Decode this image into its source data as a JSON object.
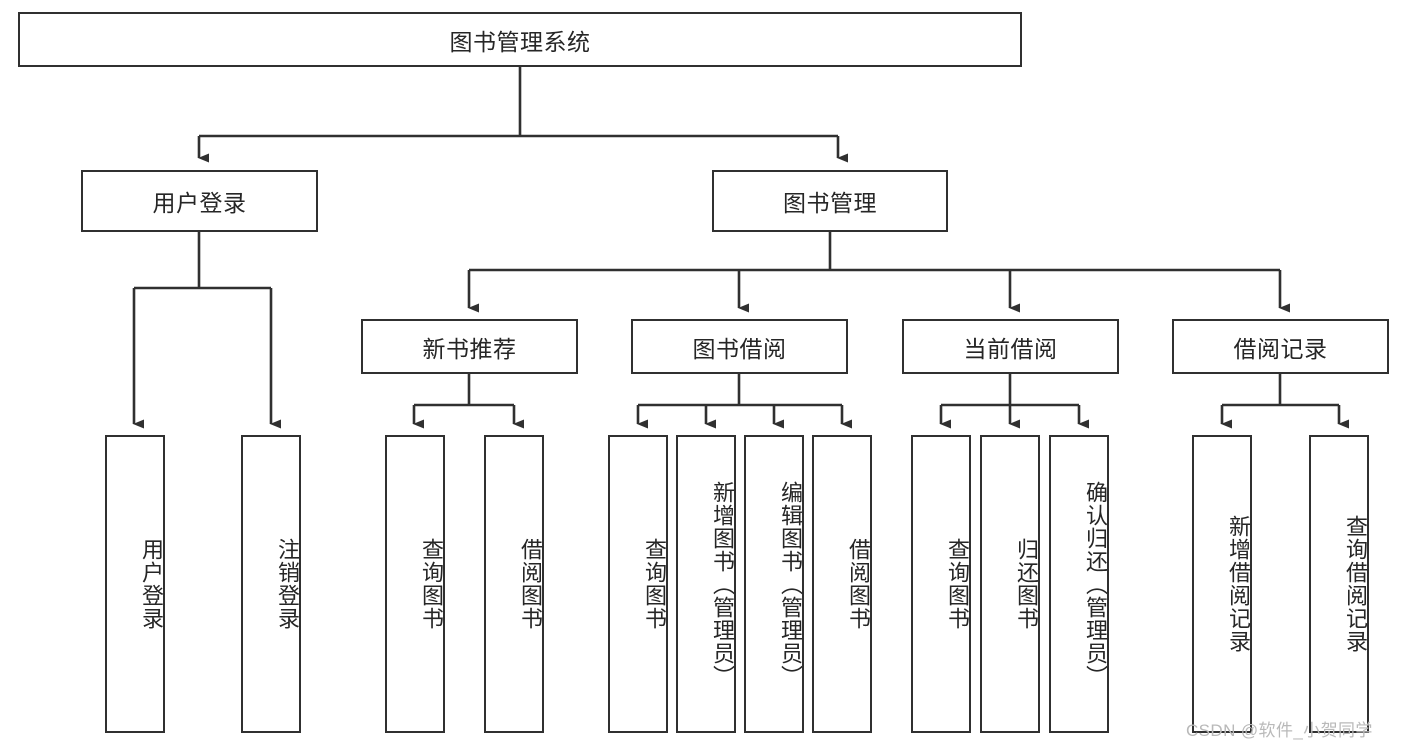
{
  "diagram": {
    "title_node": {
      "label": "图书管理系统"
    },
    "level2": [
      {
        "label": "用户登录"
      },
      {
        "label": "图书管理"
      }
    ],
    "level3": [
      {
        "label": "新书推荐"
      },
      {
        "label": "图书借阅"
      },
      {
        "label": "当前借阅"
      },
      {
        "label": "借阅记录"
      }
    ],
    "leaves": {
      "user_login": [
        {
          "label": "用户登录"
        },
        {
          "label": "注销登录"
        }
      ],
      "new_book_recommend": [
        {
          "label": "查询图书"
        },
        {
          "label": "借阅图书"
        }
      ],
      "book_borrow": [
        {
          "label": "查询图书"
        },
        {
          "label": "新增图书（管理员）"
        },
        {
          "label": "编辑图书（管理员）"
        },
        {
          "label": "借阅图书"
        }
      ],
      "current_borrow": [
        {
          "label": "查询图书"
        },
        {
          "label": "归还图书"
        },
        {
          "label": "确认归还（管理员）"
        }
      ],
      "borrow_record": [
        {
          "label": "新增借阅记录"
        },
        {
          "label": "查询借阅记录"
        }
      ]
    }
  },
  "watermark": {
    "text": "CSDN @软件_小贺同学"
  },
  "colors": {
    "border": "#303030",
    "text": "#262626",
    "background": "#ffffff",
    "watermark": "#b9b9b9"
  }
}
